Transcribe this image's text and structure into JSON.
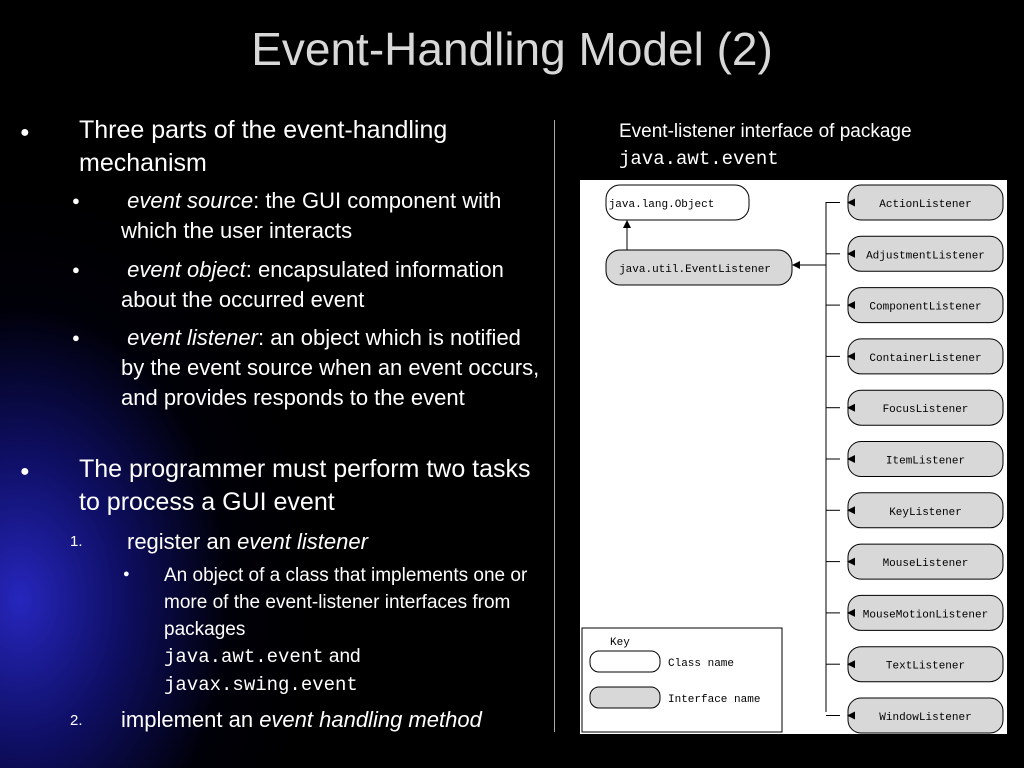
{
  "title": "Event-Handling Model (2)",
  "left": {
    "b1": "Three parts of the event-handling mechanism",
    "s1_term": "event source",
    "s1_rest": ": the GUI component with which the user interacts",
    "s2_term": "event object",
    "s2_rest": ": encapsulated information about the occurred event",
    "s3_term": "event listener",
    "s3_rest": ": an object which is notified by the event source when an event occurs, and provides responds to the event",
    "b2": "The programmer must perform two tasks to process a GUI event",
    "n1_num": "1.",
    "n1_pre": "register an ",
    "n1_term": "event listener",
    "sub_text": "An object of a class that implements one or more of the event-listener interfaces from packages",
    "sub_pkg1": "java.awt.event",
    "sub_and": "and",
    "sub_pkg2": "javax.swing.event",
    "n2_num": "2.",
    "n2_pre": "implement an ",
    "n2_term": "event handling method"
  },
  "right": {
    "caption": "Event-listener interface of package",
    "caption_pkg": "java.awt.event"
  },
  "diagram": {
    "classes": [
      "java.lang.Object",
      "java.util.EventListener"
    ],
    "interfaces": [
      "ActionListener",
      "AdjustmentListener",
      "ComponentListener",
      "ContainerListener",
      "FocusListener",
      "ItemListener",
      "KeyListener",
      "MouseListener",
      "MouseMotionListener",
      "TextListener",
      "WindowListener"
    ],
    "key_title": "Key",
    "key_class": "Class name",
    "key_interface": "Interface name"
  }
}
